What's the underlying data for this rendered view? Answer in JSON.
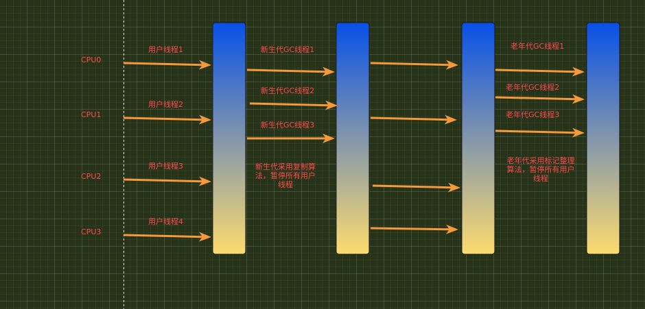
{
  "cpus": [
    "CPU0",
    "CPU1",
    "CPU2",
    "CPU3"
  ],
  "user_threads": [
    "用户线程1",
    "用户线程2",
    "用户线程3",
    "用户线程4"
  ],
  "young_gc_threads": [
    "新生代GC线程1",
    "新生代GC线程2",
    "新生代GC线程3"
  ],
  "young_gc_note": "新生代采用复制算法，暂停所有用户线程",
  "old_gc_threads": [
    "老年代GC线程1",
    "老年代GC线程2",
    "老年代GC线程3"
  ],
  "old_gc_note": "老年代采用标记整理算法，暂停所有用户线程",
  "colors": {
    "label": "#ff4a4a",
    "arrow": "#f5993a",
    "bar_top": "#0750e8",
    "bar_bottom": "#fddc6f",
    "background": "#263318",
    "divider": "#e8e8e8"
  }
}
